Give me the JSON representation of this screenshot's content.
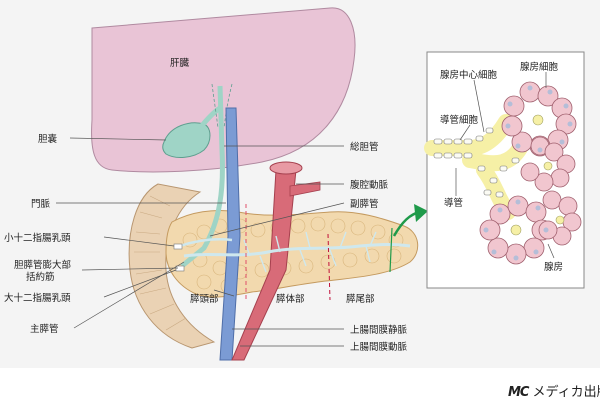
{
  "labels": {
    "liver": "肝臓",
    "gallbladder": "胆嚢",
    "portal_vein": "門脈",
    "minor_papilla": "小十二指腸乳頭",
    "ampulla_sphincter_1": "胆膵管膨大部",
    "ampulla_sphincter_2": "括約筋",
    "major_papilla": "大十二指腸乳頭",
    "main_pancreatic_duct": "主膵管",
    "pancreas_head": "膵頭部",
    "pancreas_body": "膵体部",
    "pancreas_tail": "膵尾部",
    "common_bile_duct": "総胆管",
    "celiac_artery": "腹腔動脈",
    "accessory_pancreatic_duct": "副膵管",
    "sup_mesenteric_vein": "上腸間膜静脈",
    "sup_mesenteric_artery": "上腸間膜動脈",
    "centroacinar_cell": "腺房中心細胞",
    "acinar_cell": "腺房細胞",
    "duct_cell": "導管細胞",
    "duct": "導管",
    "acinus": "腺房"
  },
  "publisher": {
    "mark": "MC",
    "name": "メディカ出版"
  },
  "colors": {
    "liver": "#e9c4d6",
    "pancreas": "#f2d9ae",
    "duodenum": "#ead2b4",
    "gallbladder": "#9fd4c6",
    "artery": "#d86b78",
    "vein": "#7b9bd4",
    "duct_yellow": "#f6f0a6",
    "acinar_cell": "#f1c6cf",
    "arrow": "#1f9a4a"
  }
}
